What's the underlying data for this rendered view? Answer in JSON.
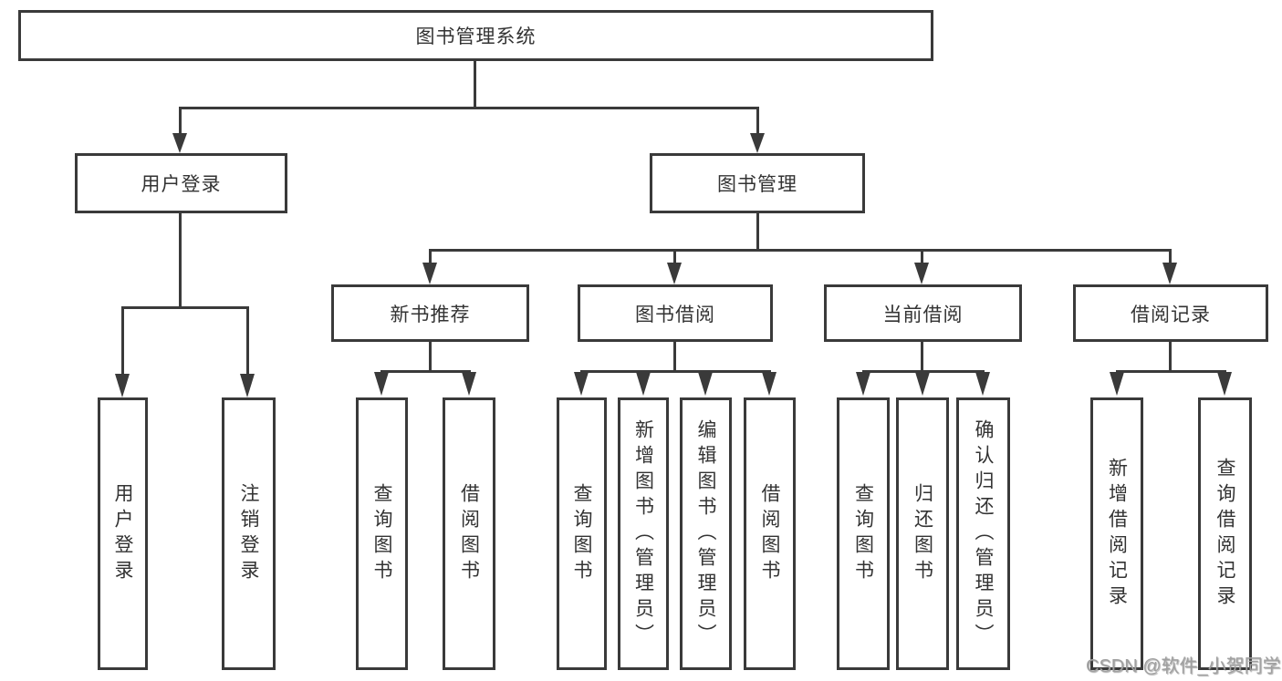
{
  "diagram": {
    "title": "图书管理系统",
    "nodes": {
      "root": "图书管理系统",
      "user_login": "用户登录",
      "book_management": "图书管理",
      "new_book_recommend": "新书推荐",
      "book_borrow": "图书借阅",
      "current_borrow": "当前借阅",
      "borrow_records": "借阅记录"
    },
    "leaves": {
      "user_login": "用户登录",
      "logout": "注销登录",
      "recommend_query_books": "查询图书",
      "recommend_borrow_books": "借阅图书",
      "borrow_query_books": "查询图书",
      "borrow_add_book_admin": "新增图书（管理员）",
      "borrow_edit_book_admin": "编辑图书（管理员）",
      "borrow_borrow_books": "借阅图书",
      "current_query_books": "查询图书",
      "current_return_book": "归还图书",
      "current_confirm_return_admin": "确认归还（管理员）",
      "records_add_record": "新增借阅记录",
      "records_query_record": "查询借阅记录"
    },
    "watermark": "CSDN @软件_小贺同学",
    "colors": {
      "line": "#3a3a3a",
      "text": "#333333",
      "watermark": "#a0a0a0",
      "background": "#ffffff"
    }
  }
}
